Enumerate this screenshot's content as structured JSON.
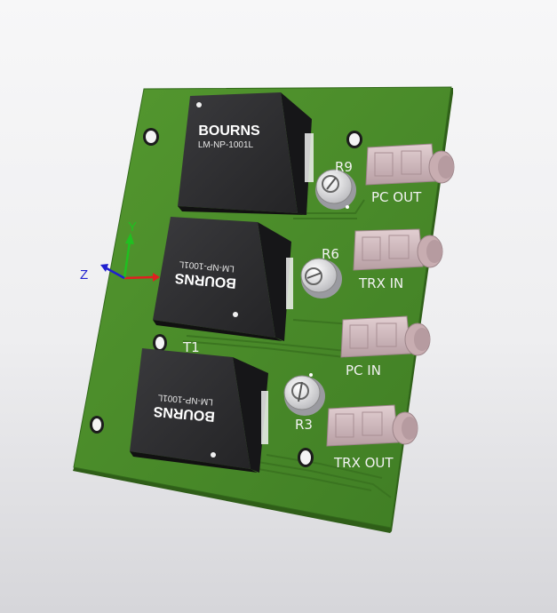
{
  "colors": {
    "background_top": "#f7f7f8",
    "background_bottom": "#d6d6da",
    "board": "#4a8a2a",
    "board_edge": "#2f5e18",
    "trace": "#3f7a24",
    "transformer": "#2a2a2c",
    "jack": "#cdb7bb",
    "axis_x": "#e02020",
    "axis_y": "#20c020",
    "axis_z": "#2020d0"
  },
  "board": {
    "transformers": [
      {
        "brand": "BOURNS",
        "part": "LM-NP-1001L",
        "orientation": "upright"
      },
      {
        "brand": "BOURNS",
        "part": "LM-NP-1001L",
        "orientation": "rotated-180"
      },
      {
        "brand": "BOURNS",
        "part": "LM-NP-1001L",
        "orientation": "rotated-180"
      }
    ],
    "transformer_designator": "T1",
    "potentiometers": [
      "R9",
      "R6",
      "R3"
    ],
    "jacks": [
      "PC OUT",
      "TRX IN",
      "PC IN",
      "TRX OUT"
    ],
    "icons": {
      "transformer": "transformer-icon",
      "potentiometer": "trimmer-potentiometer-icon",
      "jack": "audio-jack-icon",
      "mounting_hole": "mounting-hole-icon"
    }
  },
  "axes": {
    "x": "",
    "y": "Y",
    "z": "Z"
  }
}
